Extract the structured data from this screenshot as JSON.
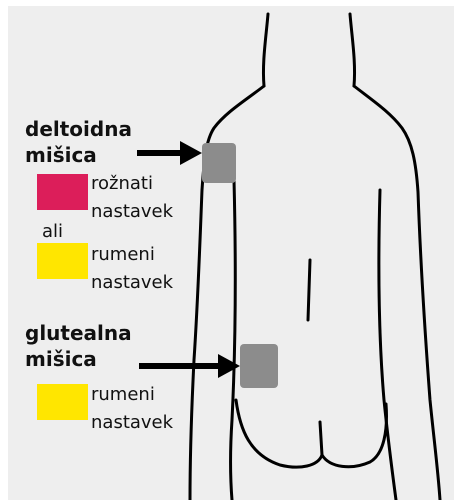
{
  "deltoid": {
    "heading_line1": "deltoidna",
    "heading_line2": "mišica",
    "option1_line1": "rožnati",
    "option1_line2": "nastavek",
    "separator": "ali",
    "option2_line1": "rumeni",
    "option2_line2": "nastavek"
  },
  "gluteal": {
    "heading_line1": "glutealna",
    "heading_line2": "mišica",
    "option_line1": "rumeni",
    "option_line2": "nastavek"
  },
  "colors": {
    "pink": "#dc1e5a",
    "yellow": "#ffe600",
    "site_gray": "#8c8c8c",
    "panel": "#eeeeee"
  }
}
